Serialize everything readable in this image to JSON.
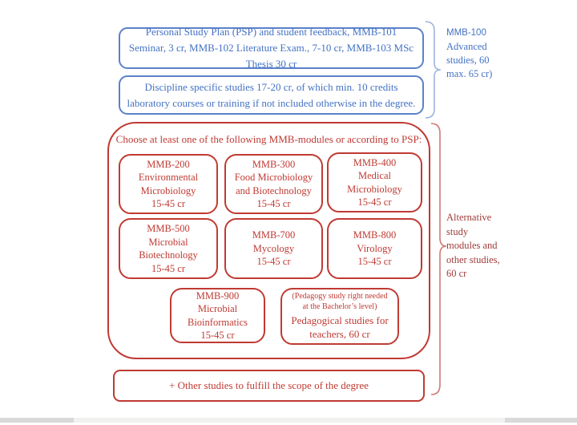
{
  "colors": {
    "blue": "#4472C4",
    "blue_border": "#5B81C9",
    "blue_brace": "#9DB4DF",
    "red": "#C03A33",
    "red_brace": "#CE7B74",
    "dark_red": "#9E3B38",
    "scroll_track": "#F1F1F0",
    "scroll_thumb": "#D9D9D9"
  },
  "advanced_section": {
    "psp_box_text": "Personal Study Plan (PSP) and student feedback, MMB-101 Seminar, 3 cr, MMB-102 Literature Exam., 7-10 cr, MMB-103 MSc Thesis 30 cr",
    "discipline_box_text": "Discipline specific studies 17-20 cr, of which min. 10 credits laboratory courses or training if not included otherwise in the degree.",
    "label_code": "MMB-100",
    "label_lines": [
      "Advanced",
      "studies, 60",
      "max. 65 cr)"
    ]
  },
  "modules_section": {
    "title": "Choose at least one of the following MMB-modules or according to PSP:",
    "modules": [
      {
        "lines": [
          "MMB-200",
          "Environmental",
          "Microbiology",
          "15-45 cr"
        ]
      },
      {
        "lines": [
          "MMB-300",
          "Food Microbiology",
          "and Biotechnology",
          "15-45 cr"
        ]
      },
      {
        "lines": [
          "MMB-400",
          "Medical",
          "Microbiology",
          "15-45 cr"
        ]
      },
      {
        "lines": [
          "MMB-500",
          "Microbial",
          "Biotechnology",
          "15-45 cr"
        ]
      },
      {
        "lines": [
          "MMB-700",
          "Mycology",
          "15-45 cr"
        ]
      },
      {
        "lines": [
          "MMB-800",
          "Virology",
          "15-45 cr"
        ]
      },
      {
        "lines": [
          "MMB-900",
          "Microbial",
          "Bioinformatics",
          "15-45 cr"
        ]
      }
    ],
    "pedagogy_box": {
      "note_lines": [
        "(Pedagogy study right needed",
        "at the Bachelor’s level)"
      ],
      "main_lines": [
        "Pedagogical studies for",
        "teachers, 60 cr"
      ]
    },
    "label_lines": [
      "Alternative",
      "study",
      "modules and",
      "other studies,",
      "60 cr"
    ]
  },
  "other_studies_box_text": "+ Other studies to fulfill the scope of the degree"
}
